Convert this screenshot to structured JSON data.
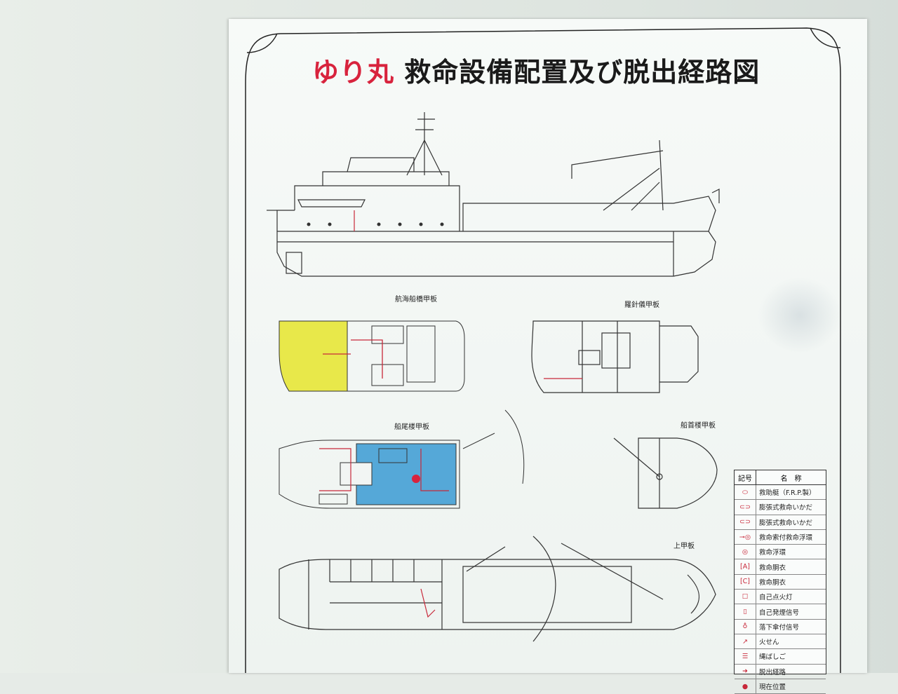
{
  "title": {
    "ship_name": "ゆり丸",
    "heading": "救命設備配置及び脱出経路図"
  },
  "decks": {
    "navigation": "航海船橋甲板",
    "compass": "羅針儀甲板",
    "poop": "船尾楼甲板",
    "forecastle": "船首楼甲板",
    "upper": "上甲板"
  },
  "legend": {
    "col_symbol": "記号",
    "col_name": "名　称",
    "items": [
      {
        "icon": "lifeboat-icon",
        "name": "救助艇（F.R.P.製）"
      },
      {
        "icon": "inflatable-liferaft-icon",
        "name": "膨張式救命いかだ"
      },
      {
        "icon": "inflatable-liferaft-icon",
        "name": "膨張式救命いかだ"
      },
      {
        "icon": "lifebuoy-with-line-icon",
        "name": "救命索付救命浮環"
      },
      {
        "icon": "lifebuoy-icon",
        "name": "救命浮環"
      },
      {
        "icon": "life-jacket-adult-icon",
        "name": "救命胴衣"
      },
      {
        "icon": "life-jacket-child-icon",
        "name": "救命胴衣"
      },
      {
        "icon": "self-igniting-light-icon",
        "name": "自己点火灯"
      },
      {
        "icon": "smoke-signal-icon",
        "name": "自己発煙信号"
      },
      {
        "icon": "parachute-signal-icon",
        "name": "落下傘付信号"
      },
      {
        "icon": "flare-icon",
        "name": "火せん"
      },
      {
        "icon": "rope-ladder-icon",
        "name": "縄ばしご"
      },
      {
        "icon": "escape-route-arrow-icon",
        "name": "脱出経路"
      },
      {
        "icon": "current-position-icon",
        "name": "現在位置"
      }
    ]
  },
  "colors": {
    "ship_name": "#d8233d",
    "route": "#d8233d",
    "yellow_area": "#e8e84a",
    "blue_area": "#55a8d8"
  }
}
